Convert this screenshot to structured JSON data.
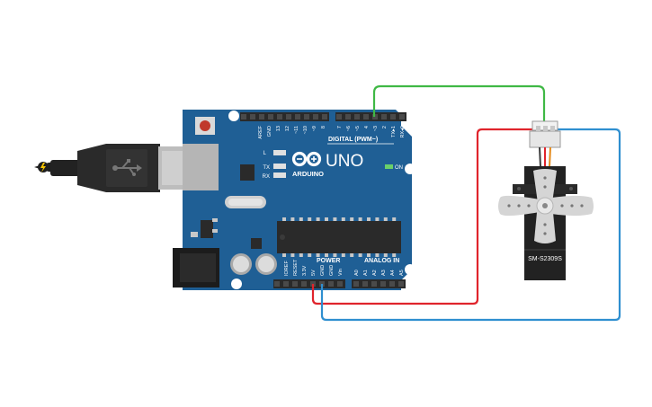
{
  "board": {
    "brand": "ARDUINO",
    "model": "UNO",
    "on_label": "ON",
    "l_label": "L",
    "tx_label": "TX",
    "rx_label": "RX",
    "digital_header": "DIGITAL (PWM~)",
    "power_header": "POWER",
    "analog_header": "ANALOG IN",
    "digital_pins": [
      "AREF",
      "GND",
      "13",
      "12",
      "~11",
      "~10",
      "~9",
      "8",
      "7",
      "~6",
      "~5",
      "4",
      "~3",
      "2",
      "TX▸1",
      "RX◂0"
    ],
    "power_pins": [
      "IOREF",
      "RESET",
      "3.3V",
      "5V",
      "GND",
      "GND",
      "Vin"
    ],
    "analog_pins": [
      "A0",
      "A1",
      "A2",
      "A3",
      "A4",
      "A5"
    ]
  },
  "servo": {
    "model": "SM-S2309S"
  },
  "colors": {
    "board": "#1f5f95",
    "wire_signal": "#3fb845",
    "wire_power": "#e0242c",
    "wire_ground": "#2f8fd0"
  }
}
